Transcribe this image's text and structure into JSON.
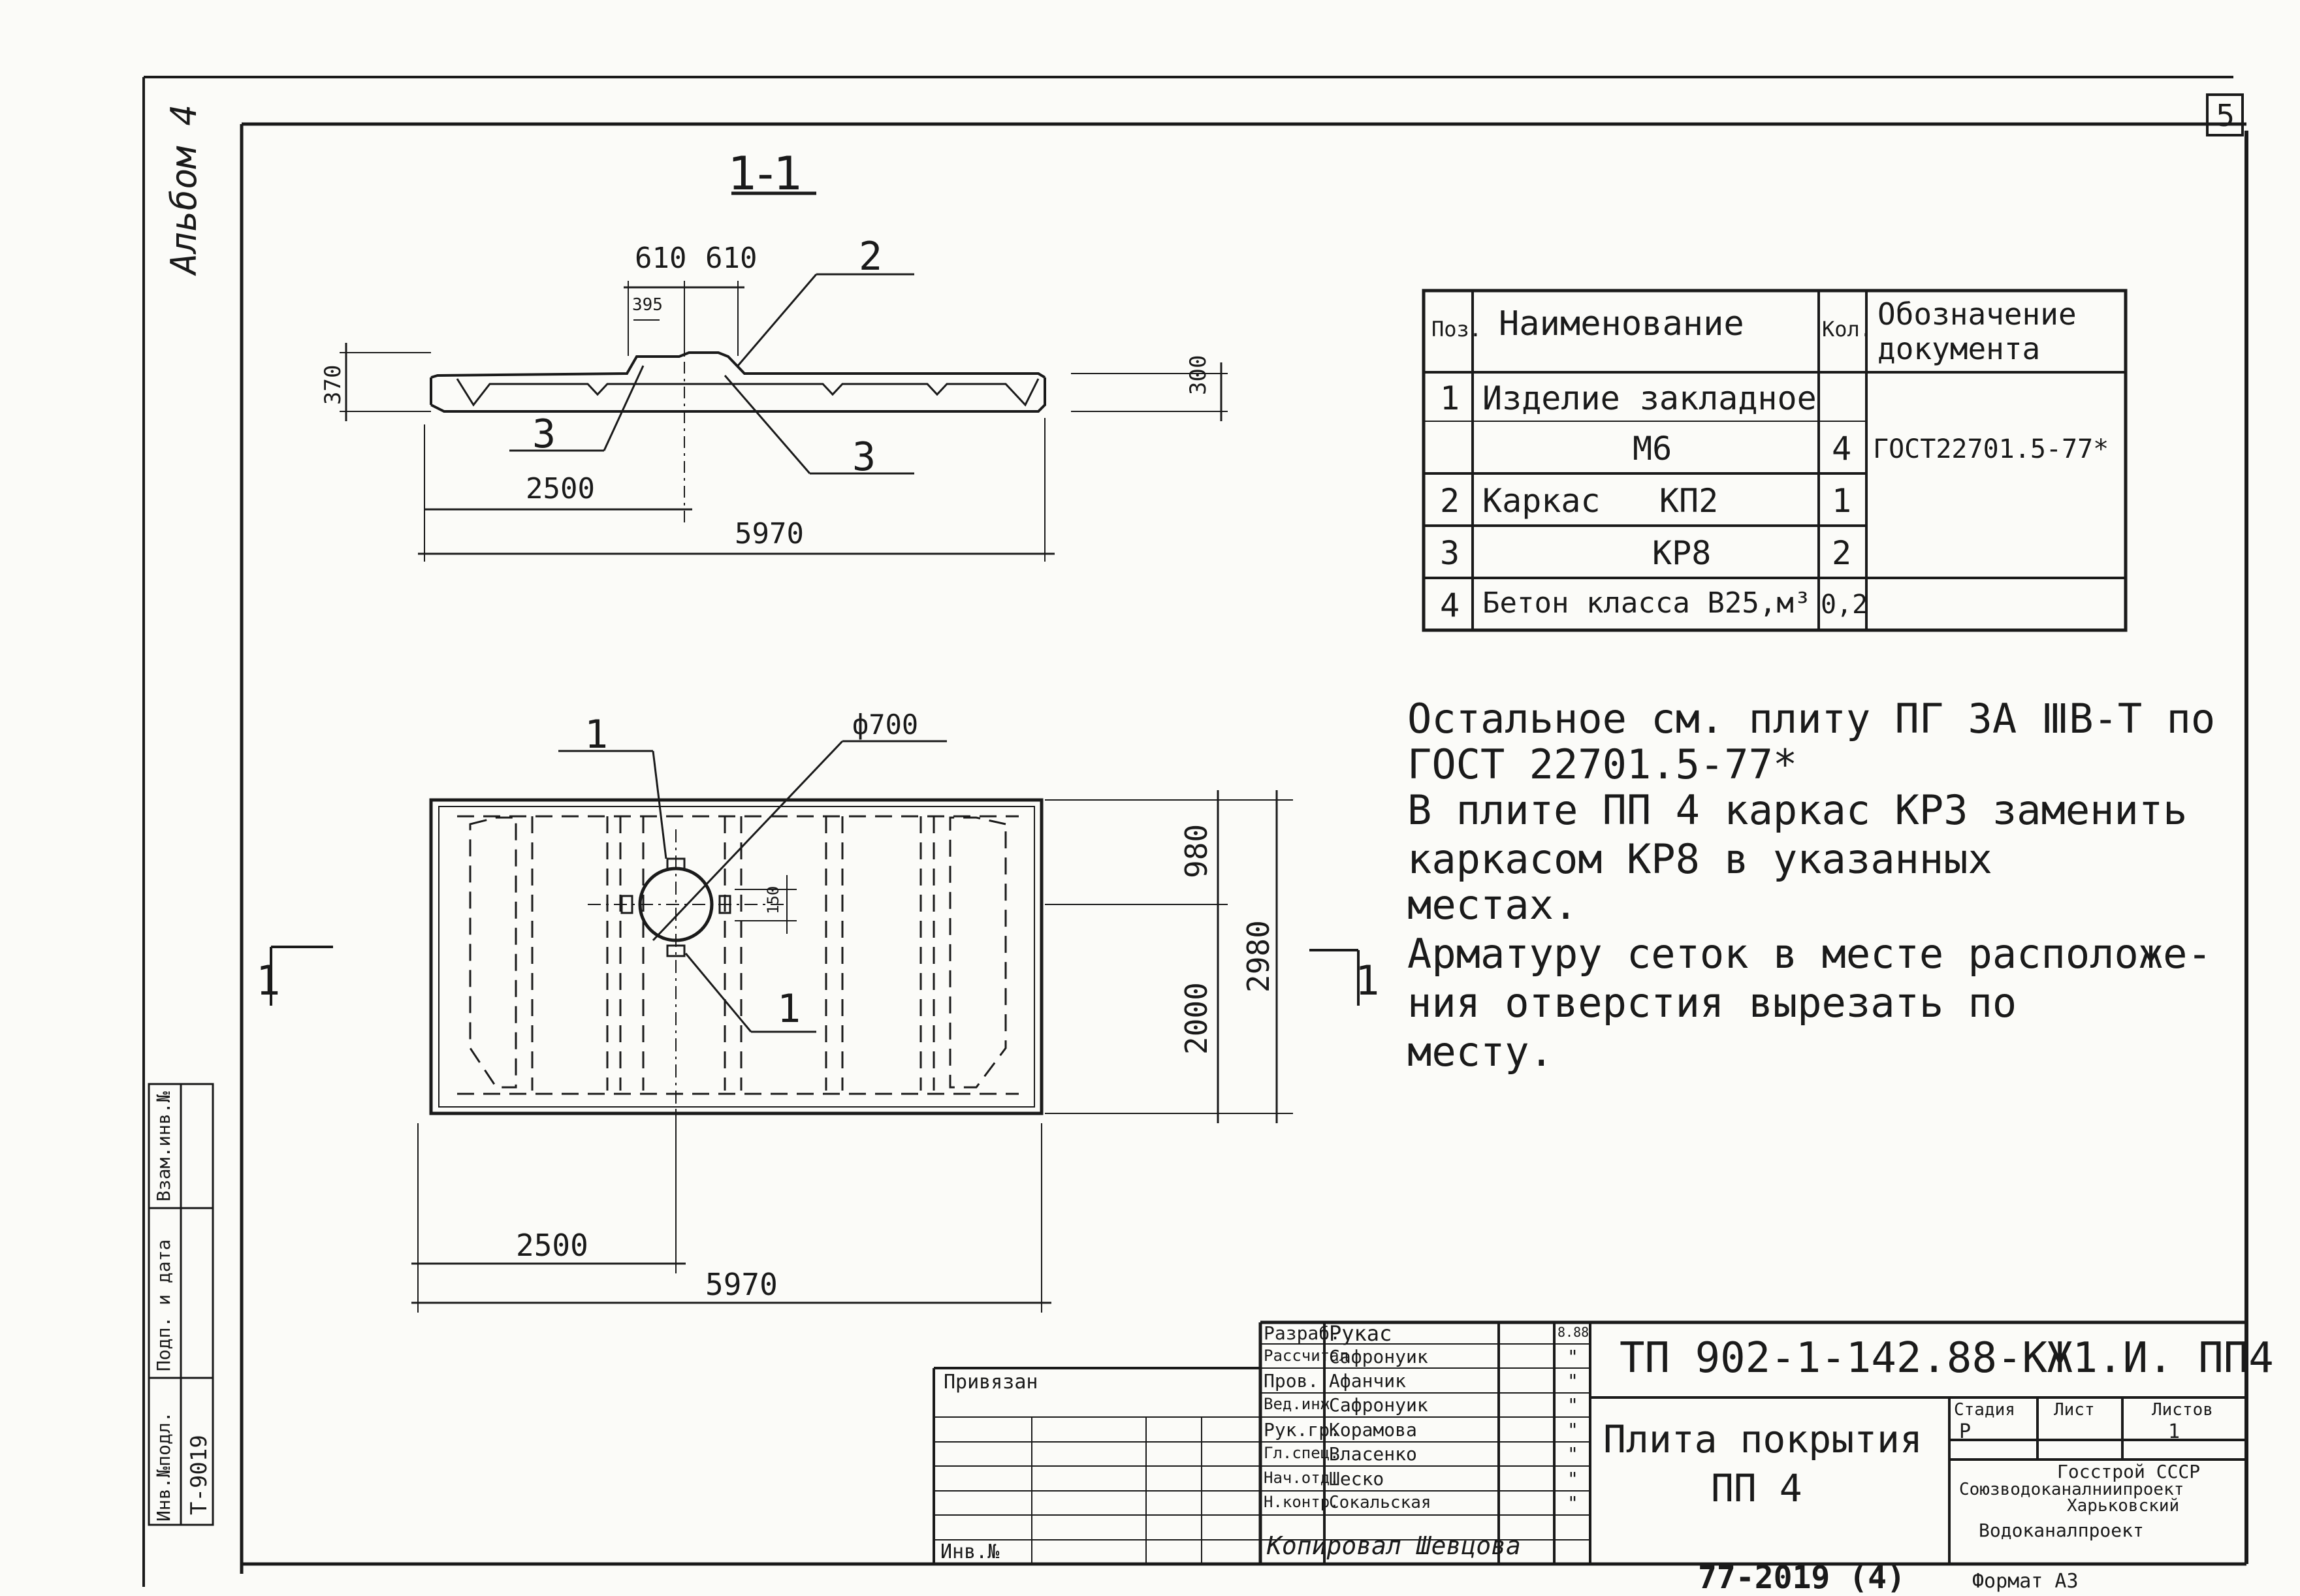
{
  "sheet": {
    "page_number": "5",
    "album_label": "Альбом 4",
    "section_label": "1-1",
    "copied_by": "Копировал Шевцова",
    "format_label": "Формат А3",
    "inventory_number": "77-2019 (4)"
  },
  "section_view": {
    "dims": {
      "d610_left": "610",
      "d610_right": "610",
      "d395": "395",
      "d370": "370",
      "d300": "300",
      "d2500": "2500",
      "d5970": "5970"
    },
    "callouts": {
      "pos2": "2",
      "pos3_left": "3",
      "pos3_right": "3"
    }
  },
  "plan_view": {
    "dims": {
      "hole_diameter": "ф700",
      "d150": "150",
      "d980": "980",
      "d2000": "2000",
      "d2980": "2980",
      "d2500": "2500",
      "d5970": "5970"
    },
    "callouts": {
      "pos1_top": "1",
      "pos1_bottom": "1"
    },
    "section_marks": {
      "left": "1",
      "right": "1"
    }
  },
  "spec_table": {
    "headers": {
      "pos": "Поз.",
      "name": "Наименование",
      "qty": "Кол.",
      "doc": "Обозначение документа"
    },
    "rows": [
      {
        "pos": "1",
        "name": "Изделие закладное",
        "qty": "",
        "doc": ""
      },
      {
        "pos": "",
        "name": "М6",
        "qty": "4",
        "doc": "ГОСТ22701.5-77*"
      },
      {
        "pos": "2",
        "name": "Каркас   КП2",
        "qty": "1",
        "doc": ""
      },
      {
        "pos": "3",
        "name": "КР8",
        "qty": "2",
        "doc": ""
      },
      {
        "pos": "4",
        "name": "Бетон класса В25,м³",
        "qty": "0,2",
        "doc": ""
      }
    ]
  },
  "notes": [
    "Остальное см. плиту ПГ 3А ⅢВ-Т  по",
    "ГОСТ 22701.5-77*",
    "В плите ПП 4 каркас  КР3  заменить",
    "каркасом  КР8  в  указанных",
    "местах.",
    "Арматуру  сеток  в месте расположе-",
    "ния  отверстия  вырезать  по",
    "месту."
  ],
  "side_stamp": {
    "inv_orig": "Инв.№подл.",
    "sign_date": "Подп. и дата",
    "replace_inv": "Взам.инв.№",
    "inv_value": "Т-9019"
  },
  "title_block": {
    "document_code": "ТП 902-1-142.88-КЖ1.И. ПП4",
    "title_line1": "Плита  покрытия",
    "title_line2": "ПП 4",
    "bound_label": "Привязан",
    "inv_label": "Инв.№",
    "stage_label": "Стадия",
    "sheet_label": "Лист",
    "sheets_label": "Листов",
    "stage_value": "Р",
    "sheets_value": "1",
    "org_lines": [
      "Госстрой СССР",
      "Союзводоканалниипроект",
      "Харьковский",
      "Водоканалпроект"
    ],
    "signatures": [
      {
        "role": "Разраб.",
        "name": "Рукас",
        "date": "8.88"
      },
      {
        "role": "Рассчитал",
        "name": "Сафронуик",
        "date": "\""
      },
      {
        "role": "Пров.",
        "name": "Афанчик",
        "date": "\""
      },
      {
        "role": "Вед.инж",
        "name": "Сафронуик",
        "date": "\""
      },
      {
        "role": "Рук.гр.",
        "name": "Корамова",
        "date": "\""
      },
      {
        "role": "Гл.спец.",
        "name": "Власенко",
        "date": "\""
      },
      {
        "role": "Нач.отд.",
        "name": "Шеско",
        "date": "\""
      },
      {
        "role": "Н.контр.",
        "name": "Сокальская",
        "date": "\""
      }
    ]
  }
}
